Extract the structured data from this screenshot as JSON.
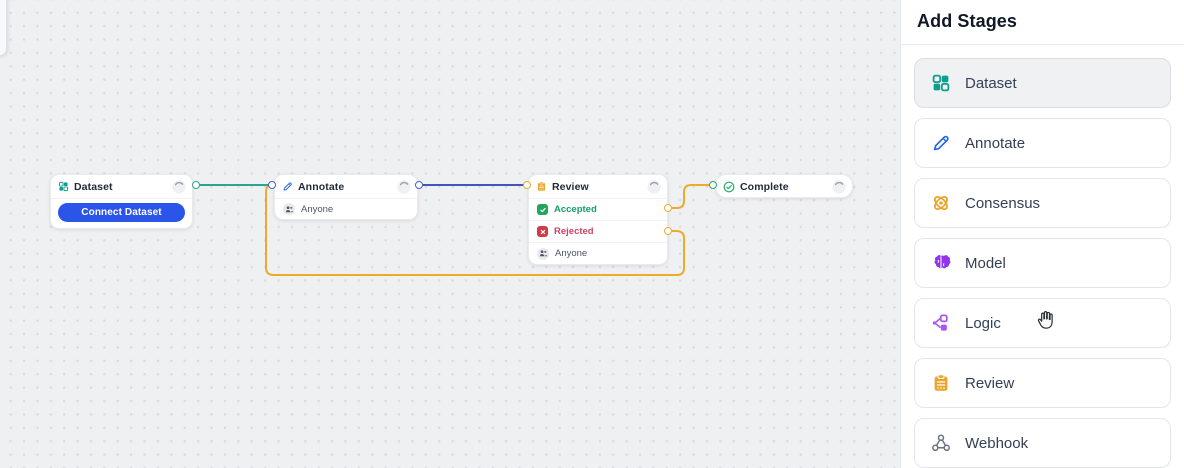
{
  "canvas": {
    "nodes": {
      "dataset": {
        "title": "Dataset",
        "button_label": "Connect Dataset"
      },
      "annotate": {
        "title": "Annotate",
        "rows": [
          {
            "label": "Anyone",
            "icon": "people-icon"
          }
        ]
      },
      "review": {
        "title": "Review",
        "rows": [
          {
            "label": "Accepted",
            "icon": "check-badge-icon",
            "color": "#16a06c"
          },
          {
            "label": "Rejected",
            "icon": "x-badge-icon",
            "color": "#cb4365"
          },
          {
            "label": "Anyone",
            "icon": "people-icon",
            "color": "#4b5563"
          }
        ]
      },
      "complete": {
        "title": "Complete"
      }
    },
    "edges": [
      {
        "from": "dataset-output",
        "to": "annotate-input",
        "color": "#2ca58d"
      },
      {
        "from": "annotate-output",
        "to": "review-input",
        "color": "#4355b9"
      },
      {
        "from": "review-accepted-output",
        "to": "complete-input",
        "color": "#edab2d"
      },
      {
        "from": "review-rejected-output",
        "to": "annotate-input",
        "color": "#edab2d"
      }
    ]
  },
  "sidebar": {
    "title": "Add Stages",
    "items": [
      {
        "label": "Dataset",
        "icon": "dataset-grid-icon",
        "color": "#0f9d8f"
      },
      {
        "label": "Annotate",
        "icon": "pen-icon",
        "color": "#2563eb"
      },
      {
        "label": "Consensus",
        "icon": "consensus-atom-icon",
        "color": "#eaa42c"
      },
      {
        "label": "Model",
        "icon": "brain-icon",
        "color": "#9333ea"
      },
      {
        "label": "Logic",
        "icon": "logic-branch-icon",
        "color": "#a855f7"
      },
      {
        "label": "Review",
        "icon": "clipboard-icon",
        "color": "#eaa42c"
      },
      {
        "label": "Webhook",
        "icon": "webhook-icon",
        "color": "#6b7280"
      }
    ],
    "cursor": "hand-grab-cursor"
  }
}
